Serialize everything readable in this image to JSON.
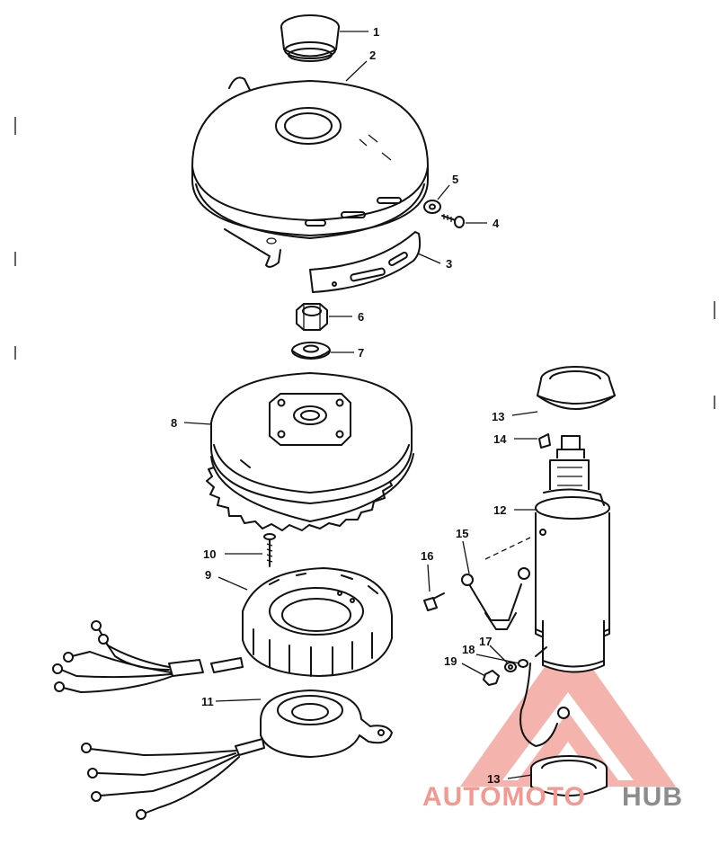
{
  "callouts": [
    {
      "id": "c1",
      "label": "1"
    },
    {
      "id": "c2",
      "label": "2"
    },
    {
      "id": "c3",
      "label": "3"
    },
    {
      "id": "c4",
      "label": "4"
    },
    {
      "id": "c5",
      "label": "5"
    },
    {
      "id": "c6",
      "label": "6"
    },
    {
      "id": "c7",
      "label": "7"
    },
    {
      "id": "c8",
      "label": "8"
    },
    {
      "id": "c9",
      "label": "9"
    },
    {
      "id": "c10",
      "label": "10"
    },
    {
      "id": "c11",
      "label": "11"
    },
    {
      "id": "c12",
      "label": "12"
    },
    {
      "id": "c13a",
      "label": "13"
    },
    {
      "id": "c13b",
      "label": "13"
    },
    {
      "id": "c14",
      "label": "14"
    },
    {
      "id": "c15",
      "label": "15"
    },
    {
      "id": "c16",
      "label": "16"
    },
    {
      "id": "c17",
      "label": "17"
    },
    {
      "id": "c18",
      "label": "18"
    },
    {
      "id": "c19",
      "label": "19"
    }
  ],
  "watermark": {
    "part1": "AUTOMOTO",
    "part2": "HUB",
    "color_primary": "#f29a92",
    "color_secondary": "#8c8c8c"
  }
}
